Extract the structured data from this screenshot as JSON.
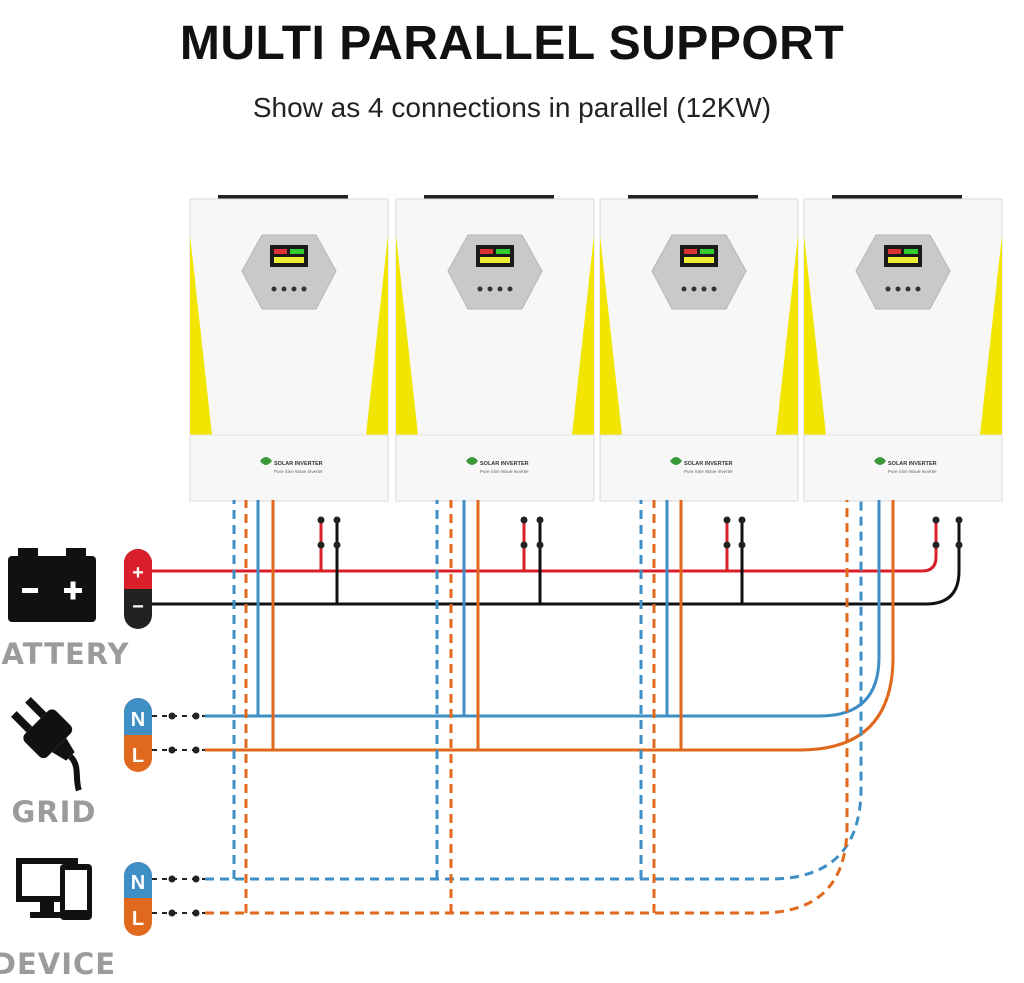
{
  "header": {
    "title": "MULTI PARALLEL SUPPORT",
    "subtitle": "Show as 4 connections in parallel (12KW)"
  },
  "inverter": {
    "brand": "SOLAR INVERTER",
    "model": "Pure Sine Wave Inverter"
  },
  "sources": {
    "battery": {
      "label": "BATTERY",
      "icon": "battery-icon",
      "positive": "+",
      "negative": "−"
    },
    "grid": {
      "label": "GRID",
      "icon": "plug-icon",
      "neutral": "N",
      "line": "L"
    },
    "device": {
      "label": "DEVICE",
      "icon": "device-icon",
      "neutral": "N",
      "line": "L"
    }
  },
  "colors": {
    "positive": "#d9202a",
    "negative": "#111111",
    "neutral": "#3f8fc7",
    "line": "#e0691e",
    "accent_yellow": "#f2e600"
  }
}
